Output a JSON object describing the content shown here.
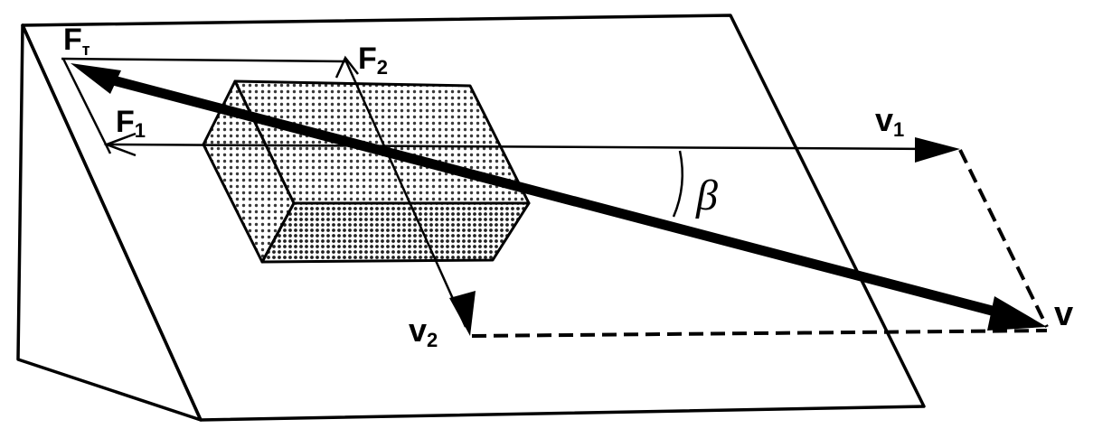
{
  "diagram": {
    "labels": {
      "friction_force": "F",
      "friction_force_sub": "т",
      "force_1": "F",
      "force_1_sub": "1",
      "force_2": "F",
      "force_2_sub": "2",
      "velocity_1": "v",
      "velocity_1_sub": "1",
      "velocity_2": "v",
      "velocity_2_sub": "2",
      "velocity": "v",
      "angle": "β"
    }
  }
}
